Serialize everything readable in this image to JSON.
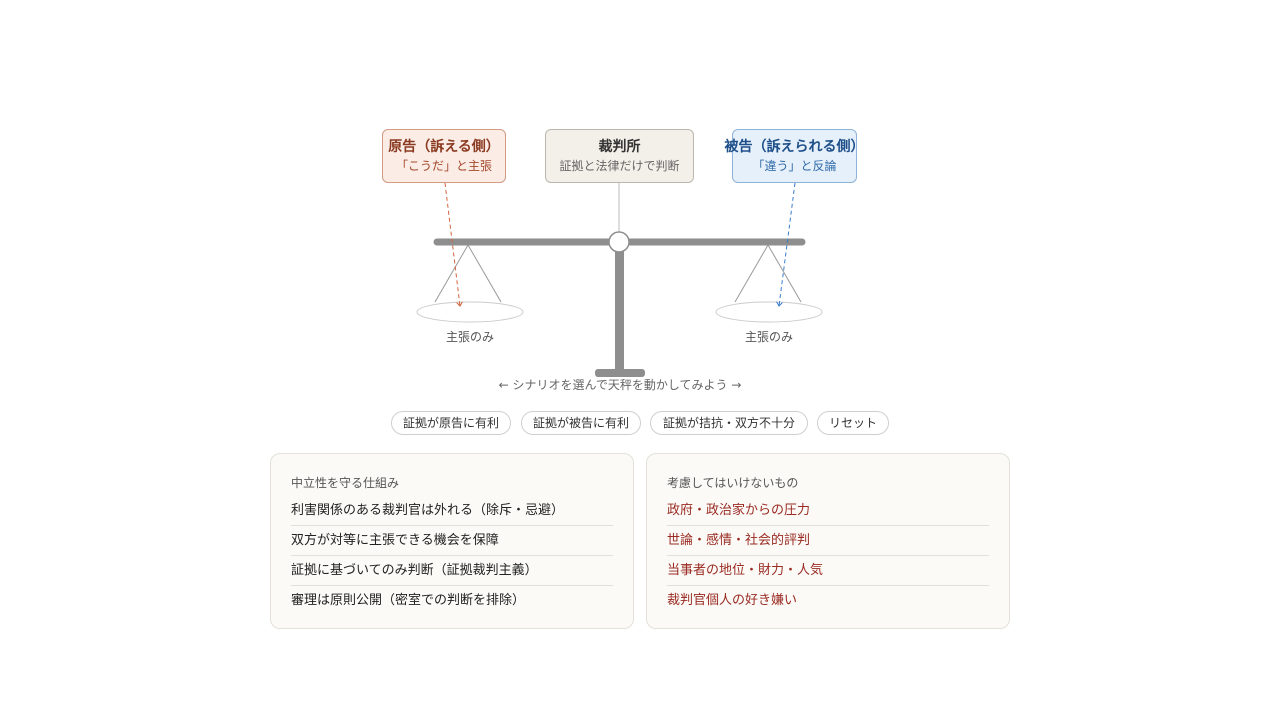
{
  "plaintiff": {
    "title": "原告（訴える側）",
    "subtitle": "「こうだ」と主張",
    "color": "#a4472a"
  },
  "court": {
    "title": "裁判所",
    "subtitle": "証拠と法律だけで判断"
  },
  "defendant": {
    "title": "被告（訴えられる側）",
    "subtitle": "「違う」と反論",
    "color": "#2f6aa8"
  },
  "pans": {
    "left_label": "主張のみ",
    "right_label": "主張のみ"
  },
  "hint": "← シナリオを選んで天秤を動かしてみよう →",
  "buttons": {
    "plaintiff_favor": "証拠が原告に有利",
    "defendant_favor": "証拠が被告に有利",
    "tie": "証拠が拮抗・双方不十分",
    "reset": "リセット"
  },
  "neutrality": {
    "title": "中立性を守る仕組み",
    "items": [
      "利害関係のある裁判官は外れる（除斥・忌避）",
      "双方が対等に主張できる機会を保障",
      "証拠に基づいてのみ判断（証拠裁判主義）",
      "審理は原則公開（密室での判断を排除）"
    ]
  },
  "forbidden": {
    "title": "考慮してはいけないもの",
    "items": [
      "政府・政治家からの圧力",
      "世論・感情・社会的評判",
      "当事者の地位・財力・人気",
      "裁判官個人の好き嫌い"
    ],
    "color": "#9a2a22"
  }
}
